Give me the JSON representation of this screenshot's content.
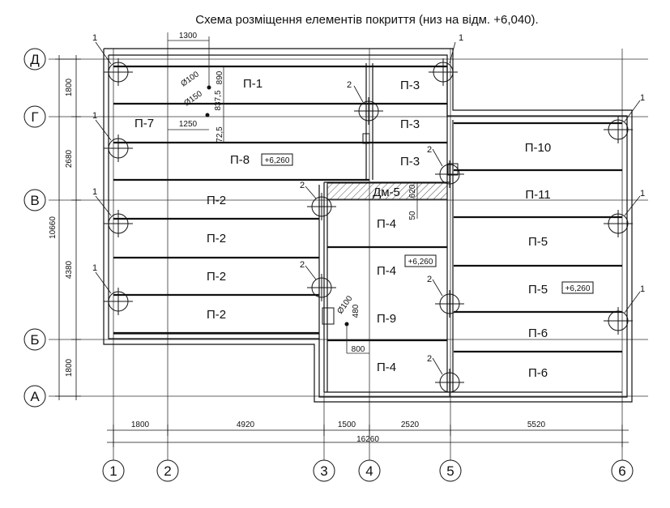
{
  "title": "Схема розміщення елементів покриття (низ на відм. +6,040).",
  "axes_letters": [
    "Д",
    "Г",
    "В",
    "Б",
    "А"
  ],
  "axes_numbers": [
    "1",
    "2",
    "3",
    "4",
    "5",
    "6"
  ],
  "panels": {
    "p1": "П-1",
    "p7": "П-7",
    "p8": "П-8",
    "p2a": "П-2",
    "p2b": "П-2",
    "p2c": "П-2",
    "p2d": "П-2",
    "p3a": "П-3",
    "p3b": "П-3",
    "p3c": "П-3",
    "p4a": "П-4",
    "p4b": "П-4",
    "p4c": "П-4",
    "p9": "П-9",
    "p10": "П-10",
    "p11": "П-11",
    "p5a": "П-5",
    "p5b": "П-5",
    "p6a": "П-6",
    "p6b": "П-6",
    "dm5": "Дм-5"
  },
  "elevations": {
    "e1": "+6,260",
    "e2": "+6,260",
    "e3": "+6,260"
  },
  "dims_bottom": {
    "d1": "1800",
    "d2": "4920",
    "d3": "1500",
    "d4": "2520",
    "d5": "5520",
    "total": "16260"
  },
  "dims_left": {
    "d1": "1800",
    "d2": "2680",
    "d3": "4380",
    "d4": "1800",
    "total": "10660"
  },
  "dims_inner": {
    "top1300": "1300",
    "v890": "890",
    "v8375": "837,5",
    "h1250": "1250",
    "v725": "72,5",
    "d100a": "Ø100",
    "d150": "Ø150",
    "d100b": "Ø100",
    "v480": "480",
    "h800": "800",
    "v620": "620",
    "v50": "50"
  },
  "column_marks": {
    "m1": "1",
    "m2": "2"
  }
}
